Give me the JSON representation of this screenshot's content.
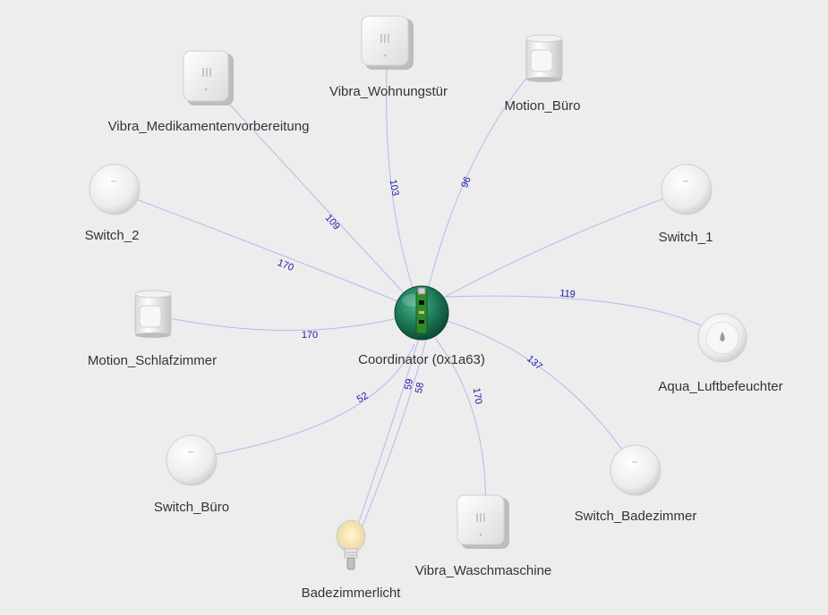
{
  "coordinator": {
    "name": "Coordinator (0x1a63)",
    "icon": "usb-stick-icon"
  },
  "devices": [
    {
      "id": "vibra-medikamentenvorbereitung",
      "name": "Vibra_Medikamentenvorbereitung",
      "icon": "vibration-sensor-icon",
      "link": "109",
      "link2": ""
    },
    {
      "id": "vibra-wohnungstuer",
      "name": "Vibra_Wohnungstür",
      "icon": "vibration-sensor-icon",
      "link": "103",
      "link2": ""
    },
    {
      "id": "motion-buero",
      "name": "Motion_Büro",
      "icon": "motion-sensor-icon",
      "link": "96",
      "link2": ""
    },
    {
      "id": "switch-2",
      "name": "Switch_2",
      "icon": "round-button-icon",
      "link": "170",
      "link2": ""
    },
    {
      "id": "switch-1",
      "name": "Switch_1",
      "icon": "round-button-icon",
      "link": "",
      "link2": ""
    },
    {
      "id": "motion-schlafzimmer",
      "name": "Motion_Schlafzimmer",
      "icon": "motion-sensor-icon",
      "link": "170",
      "link2": ""
    },
    {
      "id": "aqua-luftbefeuchter",
      "name": "Aqua_Luftbefeuchter",
      "icon": "water-leak-sensor-icon",
      "link": "119",
      "link2": ""
    },
    {
      "id": "switch-buero",
      "name": "Switch_Büro",
      "icon": "round-button-icon",
      "link": "52",
      "link2": ""
    },
    {
      "id": "switch-badezimmer",
      "name": "Switch_Badezimmer",
      "icon": "round-button-icon",
      "link": "137",
      "link2": ""
    },
    {
      "id": "badezimmerlicht",
      "name": "Badezimmerlicht",
      "icon": "light-bulb-icon",
      "link": "59",
      "link2": "58"
    },
    {
      "id": "vibra-waschmaschine",
      "name": "Vibra_Waschmaschine",
      "icon": "vibration-sensor-icon",
      "link": "170",
      "link2": ""
    }
  ],
  "colors": {
    "background": "#ededed",
    "edge": "#b8b8ee",
    "edge_label": "#1a1aa8",
    "coordinator": "#1f7d5a"
  }
}
